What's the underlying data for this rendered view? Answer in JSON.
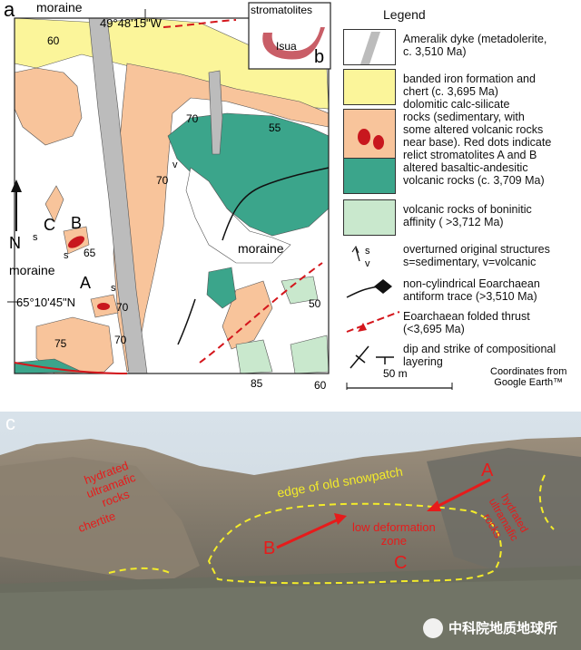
{
  "panel_a": {
    "panel_label": "a",
    "lat_top": "49°48'15\"W",
    "lat_left": "65°10'45\"N",
    "north": "N",
    "labels": {
      "moraine_top": "moraine",
      "moraine_left": "moraine",
      "moraine_right": "moraine",
      "site_a": "A",
      "site_b": "B",
      "site_c": "C"
    },
    "dips": [
      "60",
      "70",
      "55",
      "70",
      "65",
      "70",
      "75",
      "70",
      "50",
      "85",
      "60"
    ],
    "sv": {
      "s1": "s",
      "s2": "s",
      "s3": "s",
      "v1": "v"
    }
  },
  "panel_b": {
    "panel_label": "b",
    "stromatolites": "stromatolites",
    "isua": "Isua"
  },
  "legend": {
    "title": "Legend",
    "items": [
      {
        "text": "Ameralik dyke (metadolerite,\nc. 3,510 Ma)",
        "color": "#bcbcbc"
      },
      {
        "text": "banded iron formation and\nchert (c. 3,695 Ma)",
        "color": "#fbf59a"
      },
      {
        "text": "dolomitic calc-silicate\nrocks (sedimentary, with\nsome altered volcanic rocks\nnear base). Red dots indicate\nrelict stromatolites A and B",
        "color": "#f8c49b"
      },
      {
        "text": "altered basaltic-andesitic\nvolcanic rocks (c. 3,709 Ma)",
        "color": "#3ba58b"
      },
      {
        "text": "volcanic rocks of boninitic\naffinity ( >3,712 Ma)",
        "color": "#c9e8cd"
      },
      {
        "text": "overturned original structures\ns=sedimentary, v=volcanic"
      },
      {
        "text": "non-cylindrical Eoarchaean\nantiform trace (>3,510 Ma)"
      },
      {
        "text": "Eoarchaean folded thrust\n(<3,695 Ma)"
      },
      {
        "text": "dip and strike of compositional\nlayering"
      }
    ],
    "coords_note": "Coordinates from\nGoogle Earth™",
    "scale": "50 m"
  },
  "panel_c": {
    "panel_label": "c",
    "snowpatch": "edge of old snowpatch",
    "low_def": "low deformation\nzone",
    "left_rocks": "hydrated\nultramafic\nrocks",
    "chemite": "chertite",
    "right_rocks": "hydrated\nultramafic\nrocks",
    "point_a": "A",
    "point_b": "B",
    "point_c": "C",
    "watermark": "中科院地质地球所"
  }
}
